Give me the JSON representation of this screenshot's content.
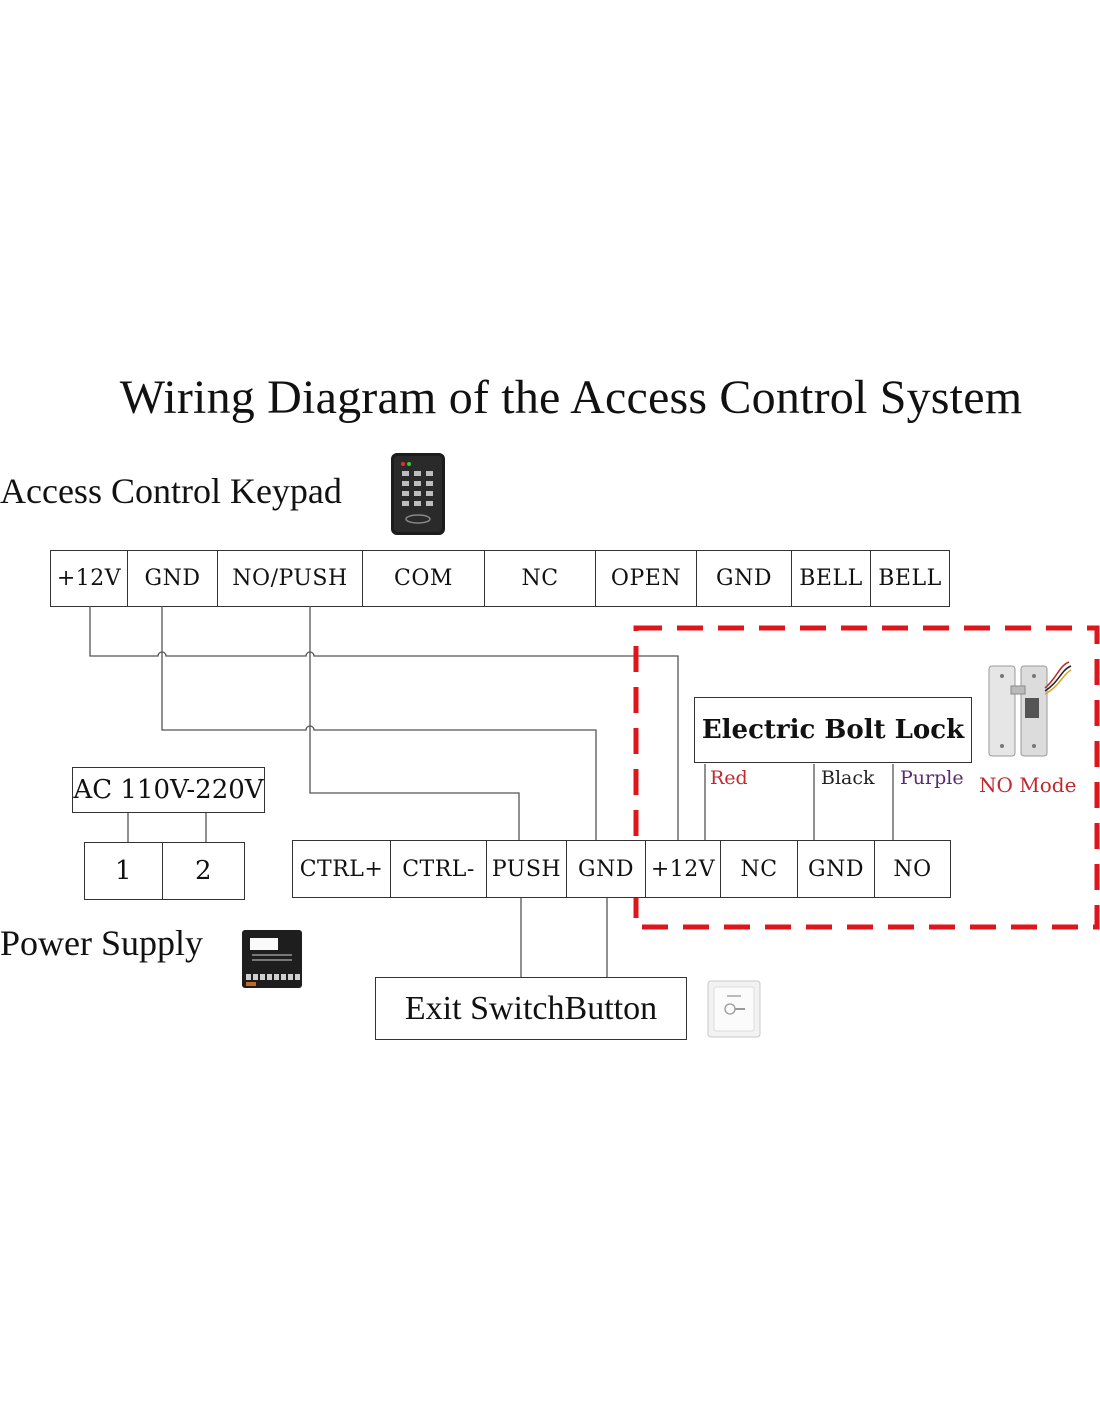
{
  "title": "Wiring Diagram of the Access Control System",
  "keypad": {
    "label": "Access Control Keypad",
    "terminals": [
      "+12V",
      "GND",
      "NO/PUSH",
      "COM",
      "NC",
      "OPEN",
      "GND",
      "BELL",
      "BELL"
    ]
  },
  "power_supply": {
    "label": "Power Supply",
    "input_label": "AC 110V-220V",
    "input_terminals": [
      "1",
      "2"
    ],
    "terminals": [
      "CTRL+",
      "CTRL-",
      "PUSH",
      "GND",
      "+12V",
      "NC",
      "GND",
      "NO"
    ]
  },
  "lock": {
    "label": "Electric Bolt Lock",
    "wires": [
      {
        "name": "Red",
        "color": "#c0282d"
      },
      {
        "name": "Black",
        "color": "#222222"
      },
      {
        "name": "Purple",
        "color": "#5b2a6e"
      }
    ],
    "mode_label": "NO Mode",
    "mode_color": "#c0282d"
  },
  "exit_button": {
    "label": "Exit SwitchButton"
  },
  "colors": {
    "highlight": "#e0141b",
    "wire": "#555555"
  },
  "icons": [
    "keypad-device-icon",
    "power-supply-device-icon",
    "bolt-lock-device-icon",
    "exit-button-device-icon"
  ]
}
